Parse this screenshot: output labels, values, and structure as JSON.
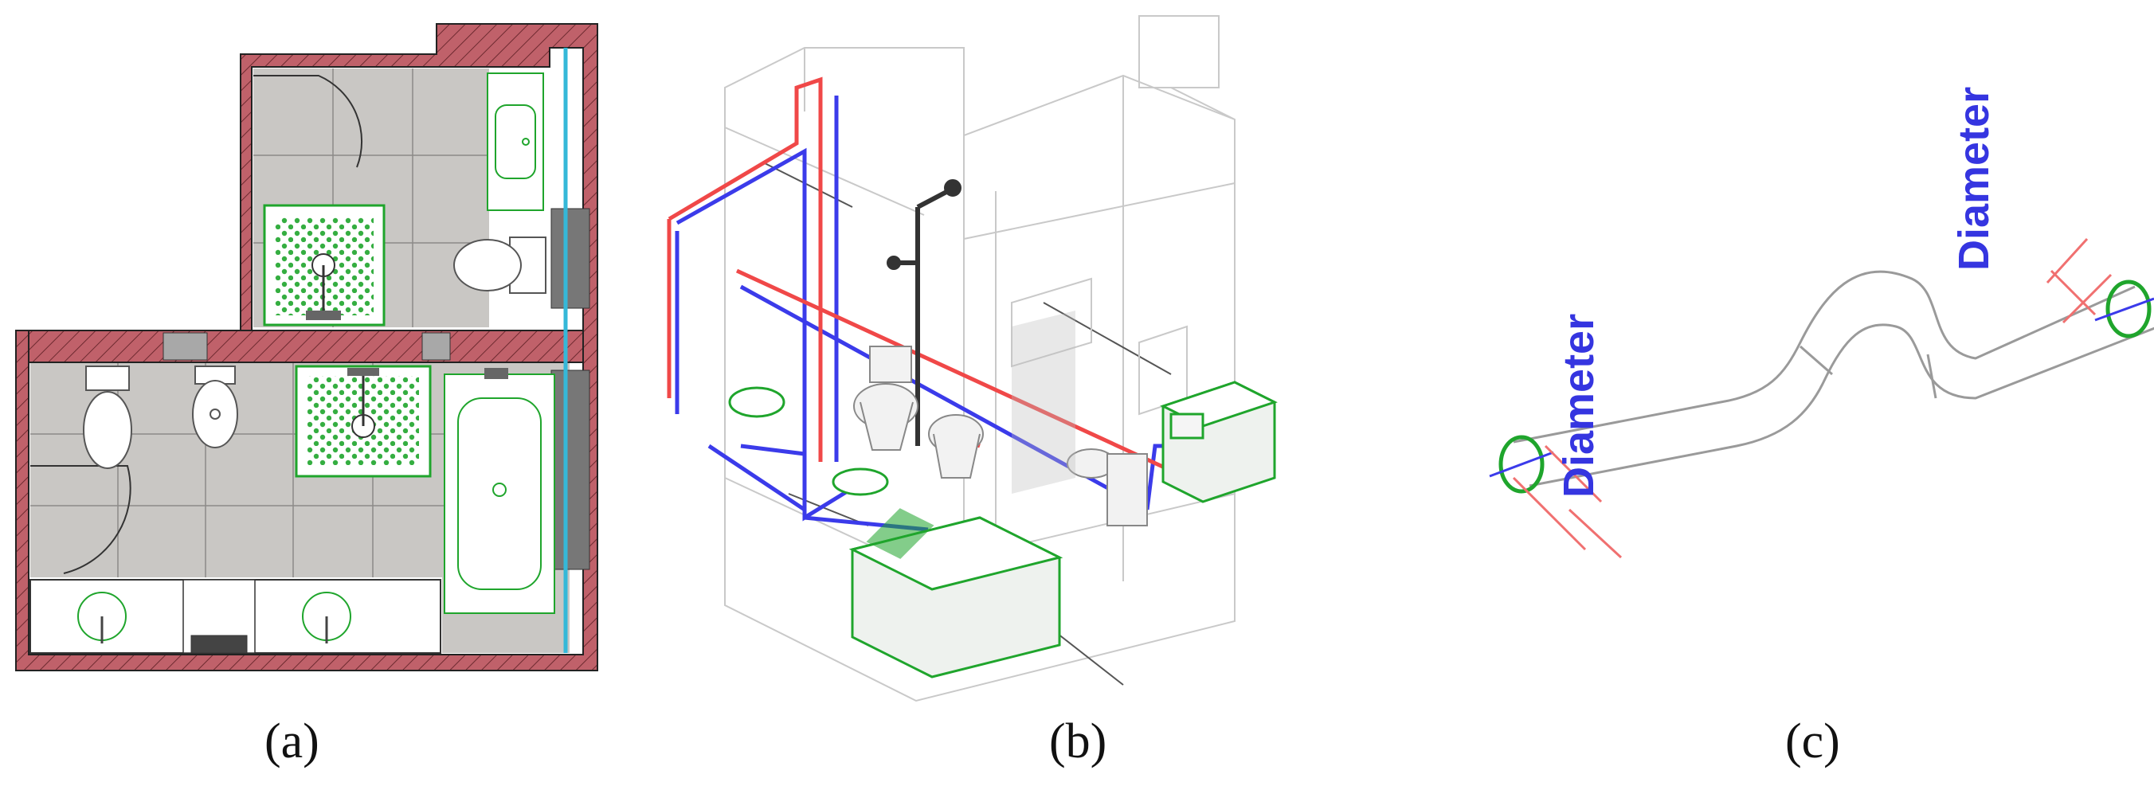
{
  "colors": {
    "wall": "#c0616a",
    "floor": "#c9c7c4",
    "fixture": "#1fa52c",
    "pipe_hot": "#f04848",
    "pipe_cold": "#3b3bea",
    "dimension_label": "#3535e0",
    "dimension_line": "#f07070"
  },
  "panels": {
    "a": {
      "caption": "(a)"
    },
    "b": {
      "caption": "(b)"
    },
    "c": {
      "caption": "(c)",
      "dimension_left": "Diameter",
      "dimension_right": "Diameter"
    }
  }
}
